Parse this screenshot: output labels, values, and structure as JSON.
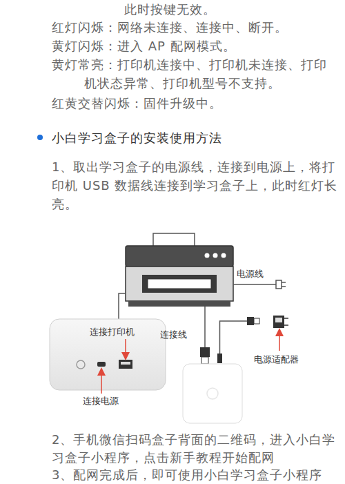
{
  "diagram": {
    "title": "小白学习盒子的安装使用方法",
    "labels": [
      "此时按键无效。",
      "红灯闪烁：网络未连接、连接中、断开。",
      "黄灯闪烁：进入 AP 配网模式。",
      "黄灯常亮：打印机连接中、打印机未连接、打印机状态异常、打印机型号不支持。",
      "红黄交替闪烁：固件升级中。",
      "1、取出学习盒子的电源线，连接到电源上，将打印机 USB 数据线连接到学习盒子上，此时红灯长亮。",
      "电源线",
      "连接打印机",
      "连接线",
      "电源适配器",
      "连接电源",
      "2、手机微信扫码盒子背面的二维码，进入小白学习盒子小程序，点击新手教程开始配网",
      "3、配网完成后，即可使用小白学习盒子小程序"
    ]
  }
}
